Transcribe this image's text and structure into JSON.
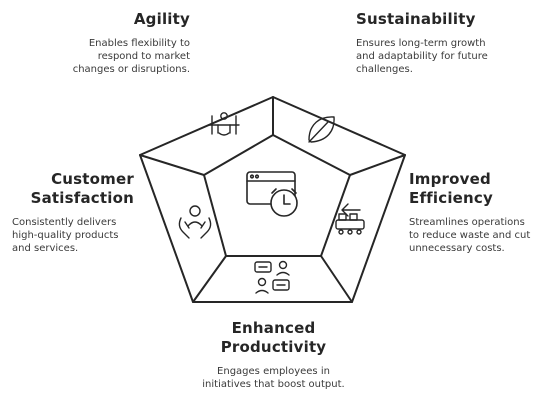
{
  "colors": {
    "stroke": "#262626",
    "fill": "#ffffff",
    "text": "#2b2b2b"
  },
  "segments": [
    {
      "id": "agility",
      "title_lines": [
        "Agility"
      ],
      "description": "Enables flexibility to respond to market changes or disruptions.",
      "icon": "person-on-bars-icon"
    },
    {
      "id": "sustainability",
      "title_lines": [
        "Sustainability"
      ],
      "description": "Ensures long-term growth and adaptability for future challenges.",
      "icon": "leaf-icon"
    },
    {
      "id": "efficiency",
      "title_lines": [
        "Improved",
        "Efficiency"
      ],
      "description": "Streamlines operations to reduce waste and cut unnecessary costs.",
      "icon": "conveyor-icon"
    },
    {
      "id": "productivity",
      "title_lines": [
        "Enhanced",
        "Productivity"
      ],
      "description": "Engages employees in initiatives that boost output.",
      "icon": "people-chat-icon"
    },
    {
      "id": "satisfaction",
      "title_lines": [
        "Customer",
        "Satisfaction"
      ],
      "description": "Consistently delivers high-quality products and services.",
      "icon": "hands-person-icon"
    }
  ],
  "center_icon": "browser-clock-icon"
}
